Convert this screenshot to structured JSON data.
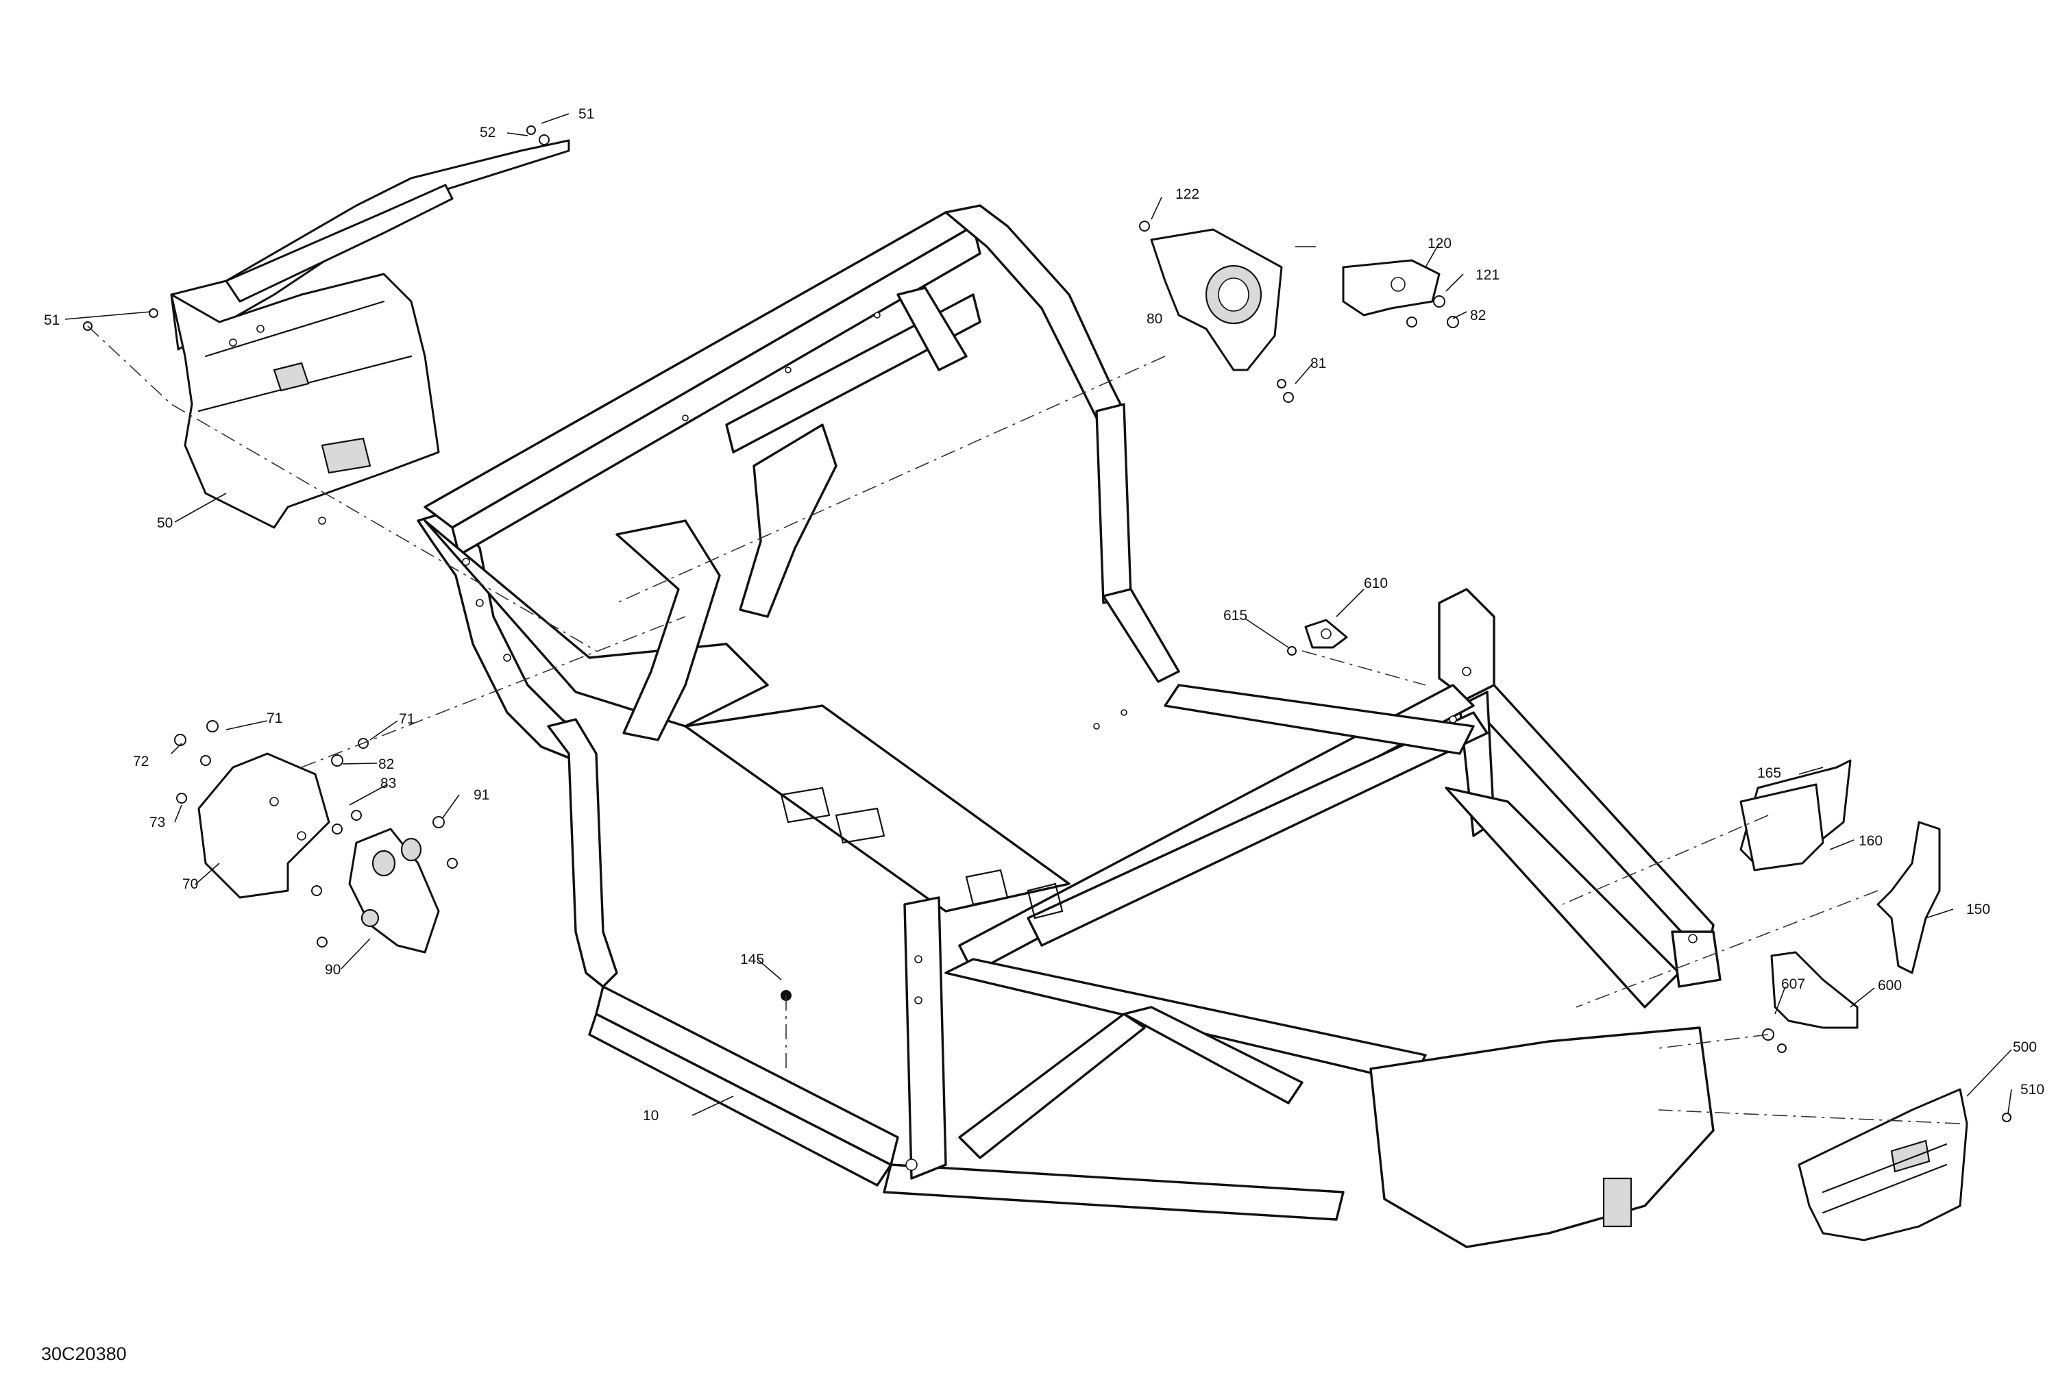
{
  "diagram_ref": "30C20380",
  "callouts": {
    "c10": "10",
    "c50": "50",
    "c51a": "51",
    "c51b": "51",
    "c52": "52",
    "c70": "70",
    "c71a": "71",
    "c71b": "71",
    "c72": "72",
    "c73": "73",
    "c80": "80",
    "c81": "81",
    "c82a": "82",
    "c82b": "82",
    "c83": "83",
    "c90": "90",
    "c91": "91",
    "c120": "120",
    "c121": "121",
    "c122": "122",
    "c145": "145",
    "c150": "150",
    "c160": "160",
    "c165": "165",
    "c500": "500",
    "c510": "510",
    "c600": "600",
    "c607": "607",
    "c610": "610",
    "c615": "615"
  }
}
